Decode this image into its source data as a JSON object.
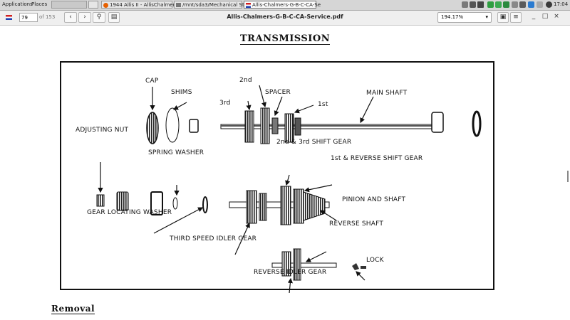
{
  "taskbar": {
    "applications_label": "Applications",
    "places_label": "Places",
    "tasks": [
      {
        "label": "1944 Allis II - AllisChalmers"
      },
      {
        "label": "/mnt/sda3/Mechanical Stu"
      },
      {
        "label": "Allis-Chalmers-G-B-C-CA-Se"
      }
    ],
    "clock": "17:04"
  },
  "toolbar": {
    "page_value": "79",
    "page_count": "of 153",
    "document_title": "Allis-Chalmers-G-B-C-CA-Service.pdf",
    "zoom_value": "194.17%"
  },
  "document": {
    "heading": "TRANSMISSION",
    "section_heading": "Removal",
    "figure_labels": {
      "cap": "CAP",
      "shims": "SHIMS",
      "second": "2nd",
      "third": "3rd",
      "spacer": "SPACER",
      "first": "1st",
      "main_shaft": "MAIN SHAFT",
      "adjusting_nut": "ADJUSTING NUT",
      "spring_washer": "SPRING WASHER",
      "second_third_shift_gear": "2nd & 3rd SHIFT GEAR",
      "first_reverse_shift_gear": "1st & REVERSE SHIFT GEAR",
      "pinion_and_shaft": "PINION AND SHAFT",
      "gear_locating_washer": "GEAR LOCATING WASHER",
      "third_speed_idler_gear": "THIRD SPEED IDLER GEAR",
      "reverse_shaft": "REVERSE SHAFT",
      "lock": "LOCK",
      "reverse_idler_gear": "REVERSE IDLER GEAR"
    }
  }
}
